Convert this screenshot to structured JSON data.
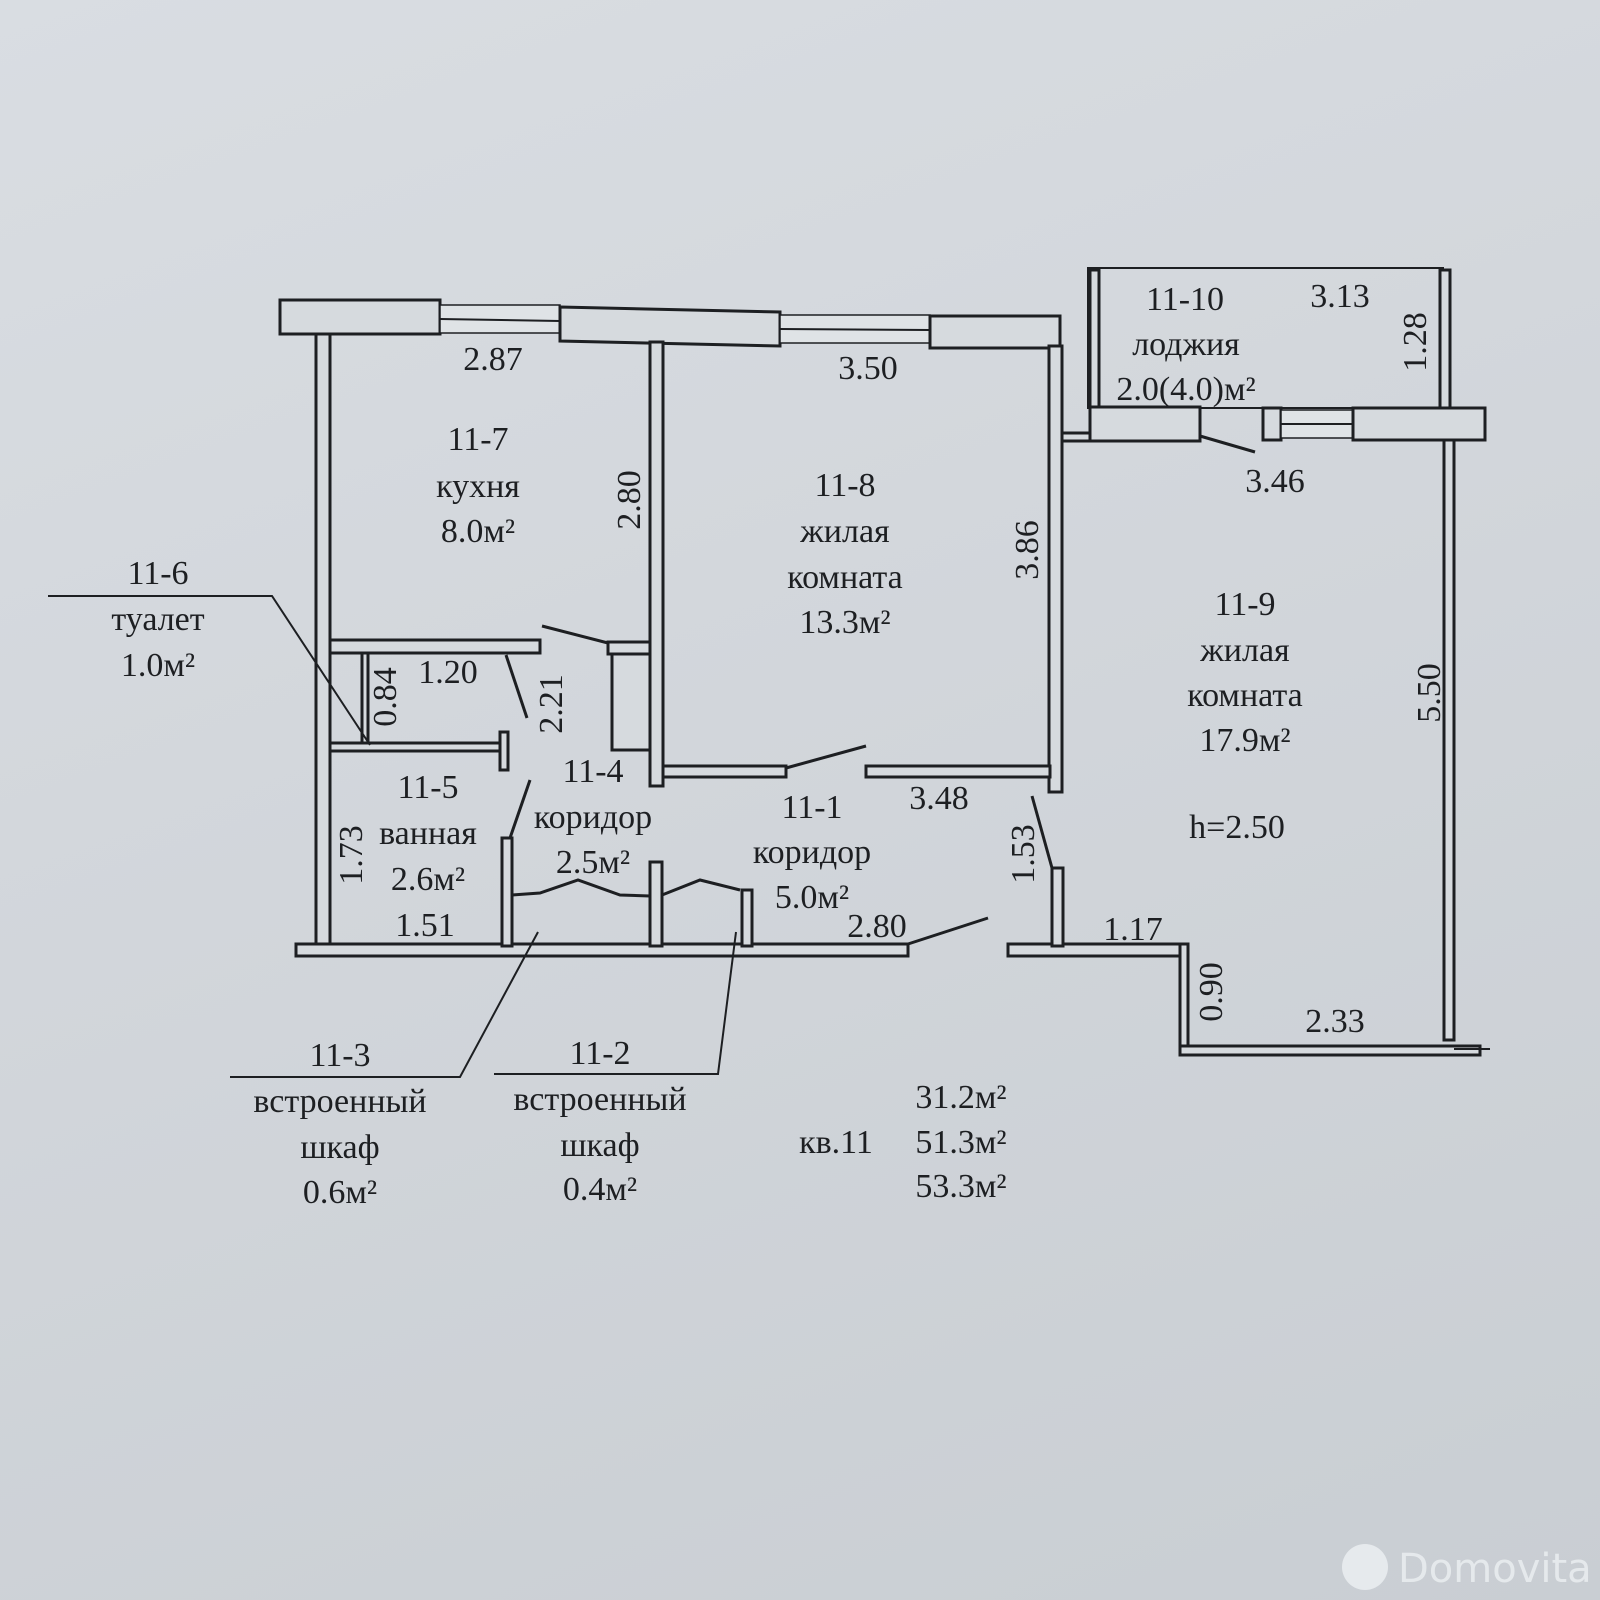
{
  "rooms": {
    "r7": {
      "id": "11-7",
      "name": "кухня",
      "area": "8.0м²"
    },
    "r8": {
      "id": "11-8",
      "name1": "жилая",
      "name2": "комната",
      "area": "13.3м²"
    },
    "r9": {
      "id": "11-9",
      "name1": "жилая",
      "name2": "комната",
      "area": "17.9м²"
    },
    "r10": {
      "id": "11-10",
      "name": "лоджия",
      "area": "2.0(4.0)м²"
    },
    "r6": {
      "id": "11-6",
      "name": "туалет",
      "area": "1.0м²"
    },
    "r5": {
      "id": "11-5",
      "name": "ванная",
      "area": "2.6м²"
    },
    "r4": {
      "id": "11-4",
      "name": "коридор",
      "area": "2.5м²"
    },
    "r1": {
      "id": "11-1",
      "name": "коридор",
      "area": "5.0м²"
    },
    "r3": {
      "id": "11-3",
      "name1": "встроенный",
      "name2": "шкаф",
      "area": "0.6м²"
    },
    "r2": {
      "id": "11-2",
      "name1": "встроенный",
      "name2": "шкаф",
      "area": "0.4м²"
    }
  },
  "dimensions": {
    "d287": "2.87",
    "d350": "3.50",
    "d313": "3.13",
    "d128": "1.28",
    "d346": "3.46",
    "d280a": "2.80",
    "d386": "3.86",
    "d550": "5.50",
    "d120": "1.20",
    "d084": "0.84",
    "d221": "2.21",
    "d348": "3.48",
    "d153": "1.53",
    "d173": "1.73",
    "d151": "1.51",
    "d280b": "2.80",
    "d117": "1.17",
    "d090": "0.90",
    "d233": "2.33"
  },
  "ceiling_height": "h=2.50",
  "summary": {
    "label": "кв.11",
    "living": "31.2м²",
    "total": "51.3м²",
    "total_with_loggia": "53.3м²"
  },
  "watermark": "Domovita"
}
